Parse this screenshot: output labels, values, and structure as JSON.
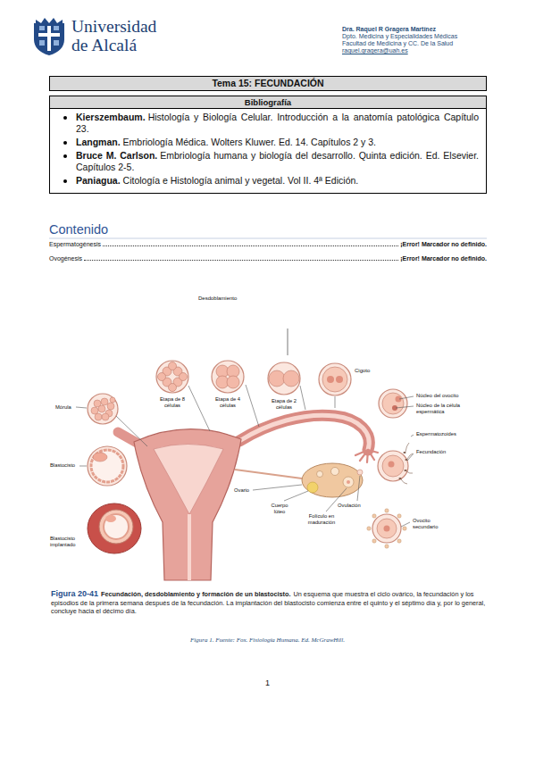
{
  "diagram": {
    "caption": "Figura 1. Fuente: Fox. Fisiología Humana. Ed. McGrawHill.",
    "nodes": [
      {
        "text": [
          "Tema 15: FECUNDACIÓN"
        ]
      },
      {
        "text": [
          "Bibliografía",
          "Kierszembaum.",
          "Histología y Biología Celular. Introducción a la anatomía patológica Capítulo 23.",
          "Langman.",
          "Embriología Médica. Wolters Kluwer. Ed. 14. Capítulos 2 y 3.",
          "Bruce M. Carlson.",
          "Embriología humana y biología del desarrollo. Quinta edición. Ed. Elsevier. Capítulos 2-5.",
          "Paniagua.",
          "Citología e Histología animal y vegetal. Vol II. 4ª Edición."
        ]
      }
    ],
    "labels": [
      "Universidad",
      "de Alcalá",
      "Dra. Raquel R Gragera Martínez",
      "Dpto. Medicina y Especialidades Médicas",
      "Facultad de Medicina y CC. De la Salud",
      "raquel.gragera@uah.es",
      "Contenido",
      "Espermatogénesis",
      "¡Error! Marcador no definido.",
      "Ovogénesis",
      "¡Error! Marcador no definido.",
      "Desdoblamiento",
      "Cigoto",
      "Núcleo del ovocito",
      "Núcleo de la célula espermática",
      "Espermatozoides",
      "Fecundación",
      "Ovocito secundario",
      "Ovulación",
      "Folículo en maduración",
      "Cuerpo lúteo",
      "Ovario",
      "Etapa de 2 células",
      "Etapa de 4 células",
      "Etapa de 8 células",
      "Mórula",
      "Blastocisto",
      "Blastocisto implantado",
      "Figura 20-41",
      "Fecundación, desdoblamiento y formación de un blastocisto.",
      "Un esquema que muestra el ciclo ovárico, la fecundación y los episodios de la primera semana después de la fecundación. La implantación del blastocisto comienza entre el quinto y el séptimo día y, por lo general, concluye hacia el décimo día.",
      "1"
    ]
  }
}
